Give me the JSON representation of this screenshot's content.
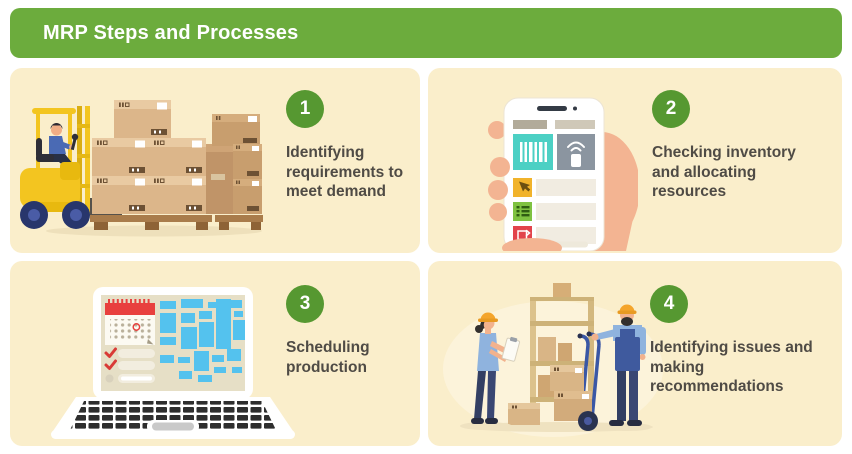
{
  "header": {
    "title": "MRP Steps and Processes"
  },
  "colors": {
    "header_green": "#6cac3d",
    "step_circle_green": "#569831",
    "panel_background": "#faeecb",
    "text_dark": "#4f4b45",
    "page_background": "#ffffff"
  },
  "steps": [
    {
      "number": "1",
      "label": "Identifying requirements to meet demand",
      "illustration": "forklift-with-stacked-boxes"
    },
    {
      "number": "2",
      "label": "Checking inventory and allocating resources",
      "illustration": "hand-holding-inventory-app-phone"
    },
    {
      "number": "3",
      "label": "Scheduling production",
      "illustration": "laptop-with-calendar-and-schedule"
    },
    {
      "number": "4",
      "label": "Identifying issues and making recommendations",
      "illustration": "warehouse-workers-checking-stock"
    }
  ]
}
